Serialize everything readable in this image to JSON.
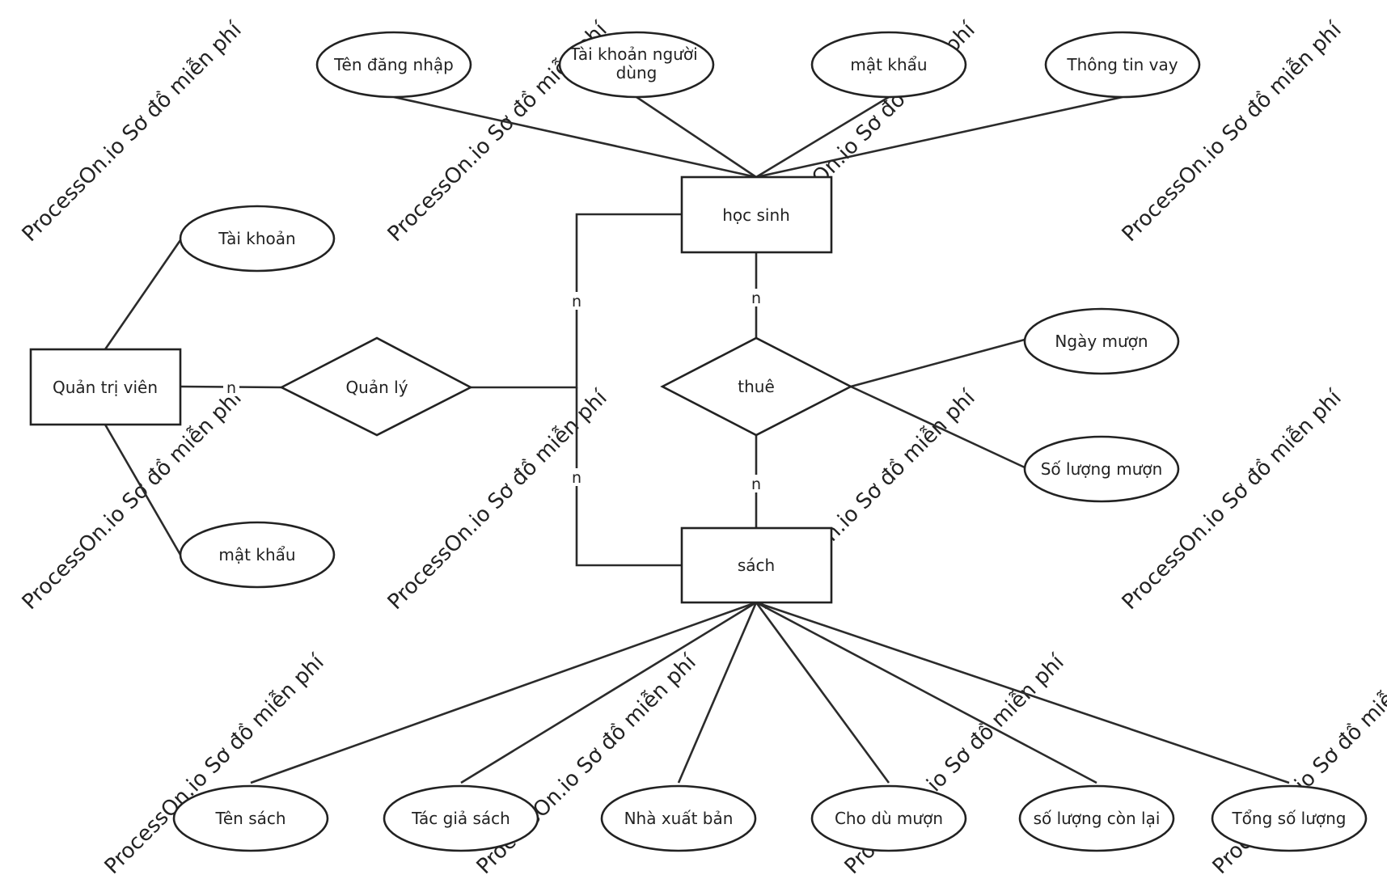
{
  "watermark": "ProcessOn.io Sơ đồ miễn phí",
  "entities": {
    "hoc_sinh": "học sinh",
    "sach": "sách",
    "quan_tri_vien": "Quản trị viên"
  },
  "relationships": {
    "quan_ly": "Quản lý",
    "thue": "thuê"
  },
  "attributes": {
    "ten_dang_nhap": "Tên đăng nhập",
    "tai_khoan_nguoi_dung": [
      "Tài khoản người",
      "dùng"
    ],
    "mat_khau_hs": "mật khẩu",
    "thong_tin_vay": "Thông tin vay",
    "tai_khoan": "Tài khoản",
    "mat_khau_qtv": "mật khẩu",
    "ngay_muon": "Ngày mượn",
    "so_luong_muon": "Số lượng mượn",
    "ten_sach": "Tên sách",
    "tac_gia_sach": "Tác giả sách",
    "nha_xuat_ban": "Nhà xuất bản",
    "cho_du_muon": "Cho dù mượn",
    "so_luong_con_lai": "số lượng còn lại",
    "tong_so_luong": "Tổng số lượng"
  },
  "cardinality": {
    "qtv_quanly": "n",
    "quanly_hocsinh": "n",
    "quanly_sach": "n",
    "hocsinh_thue": "n",
    "thue_sach": "n"
  }
}
